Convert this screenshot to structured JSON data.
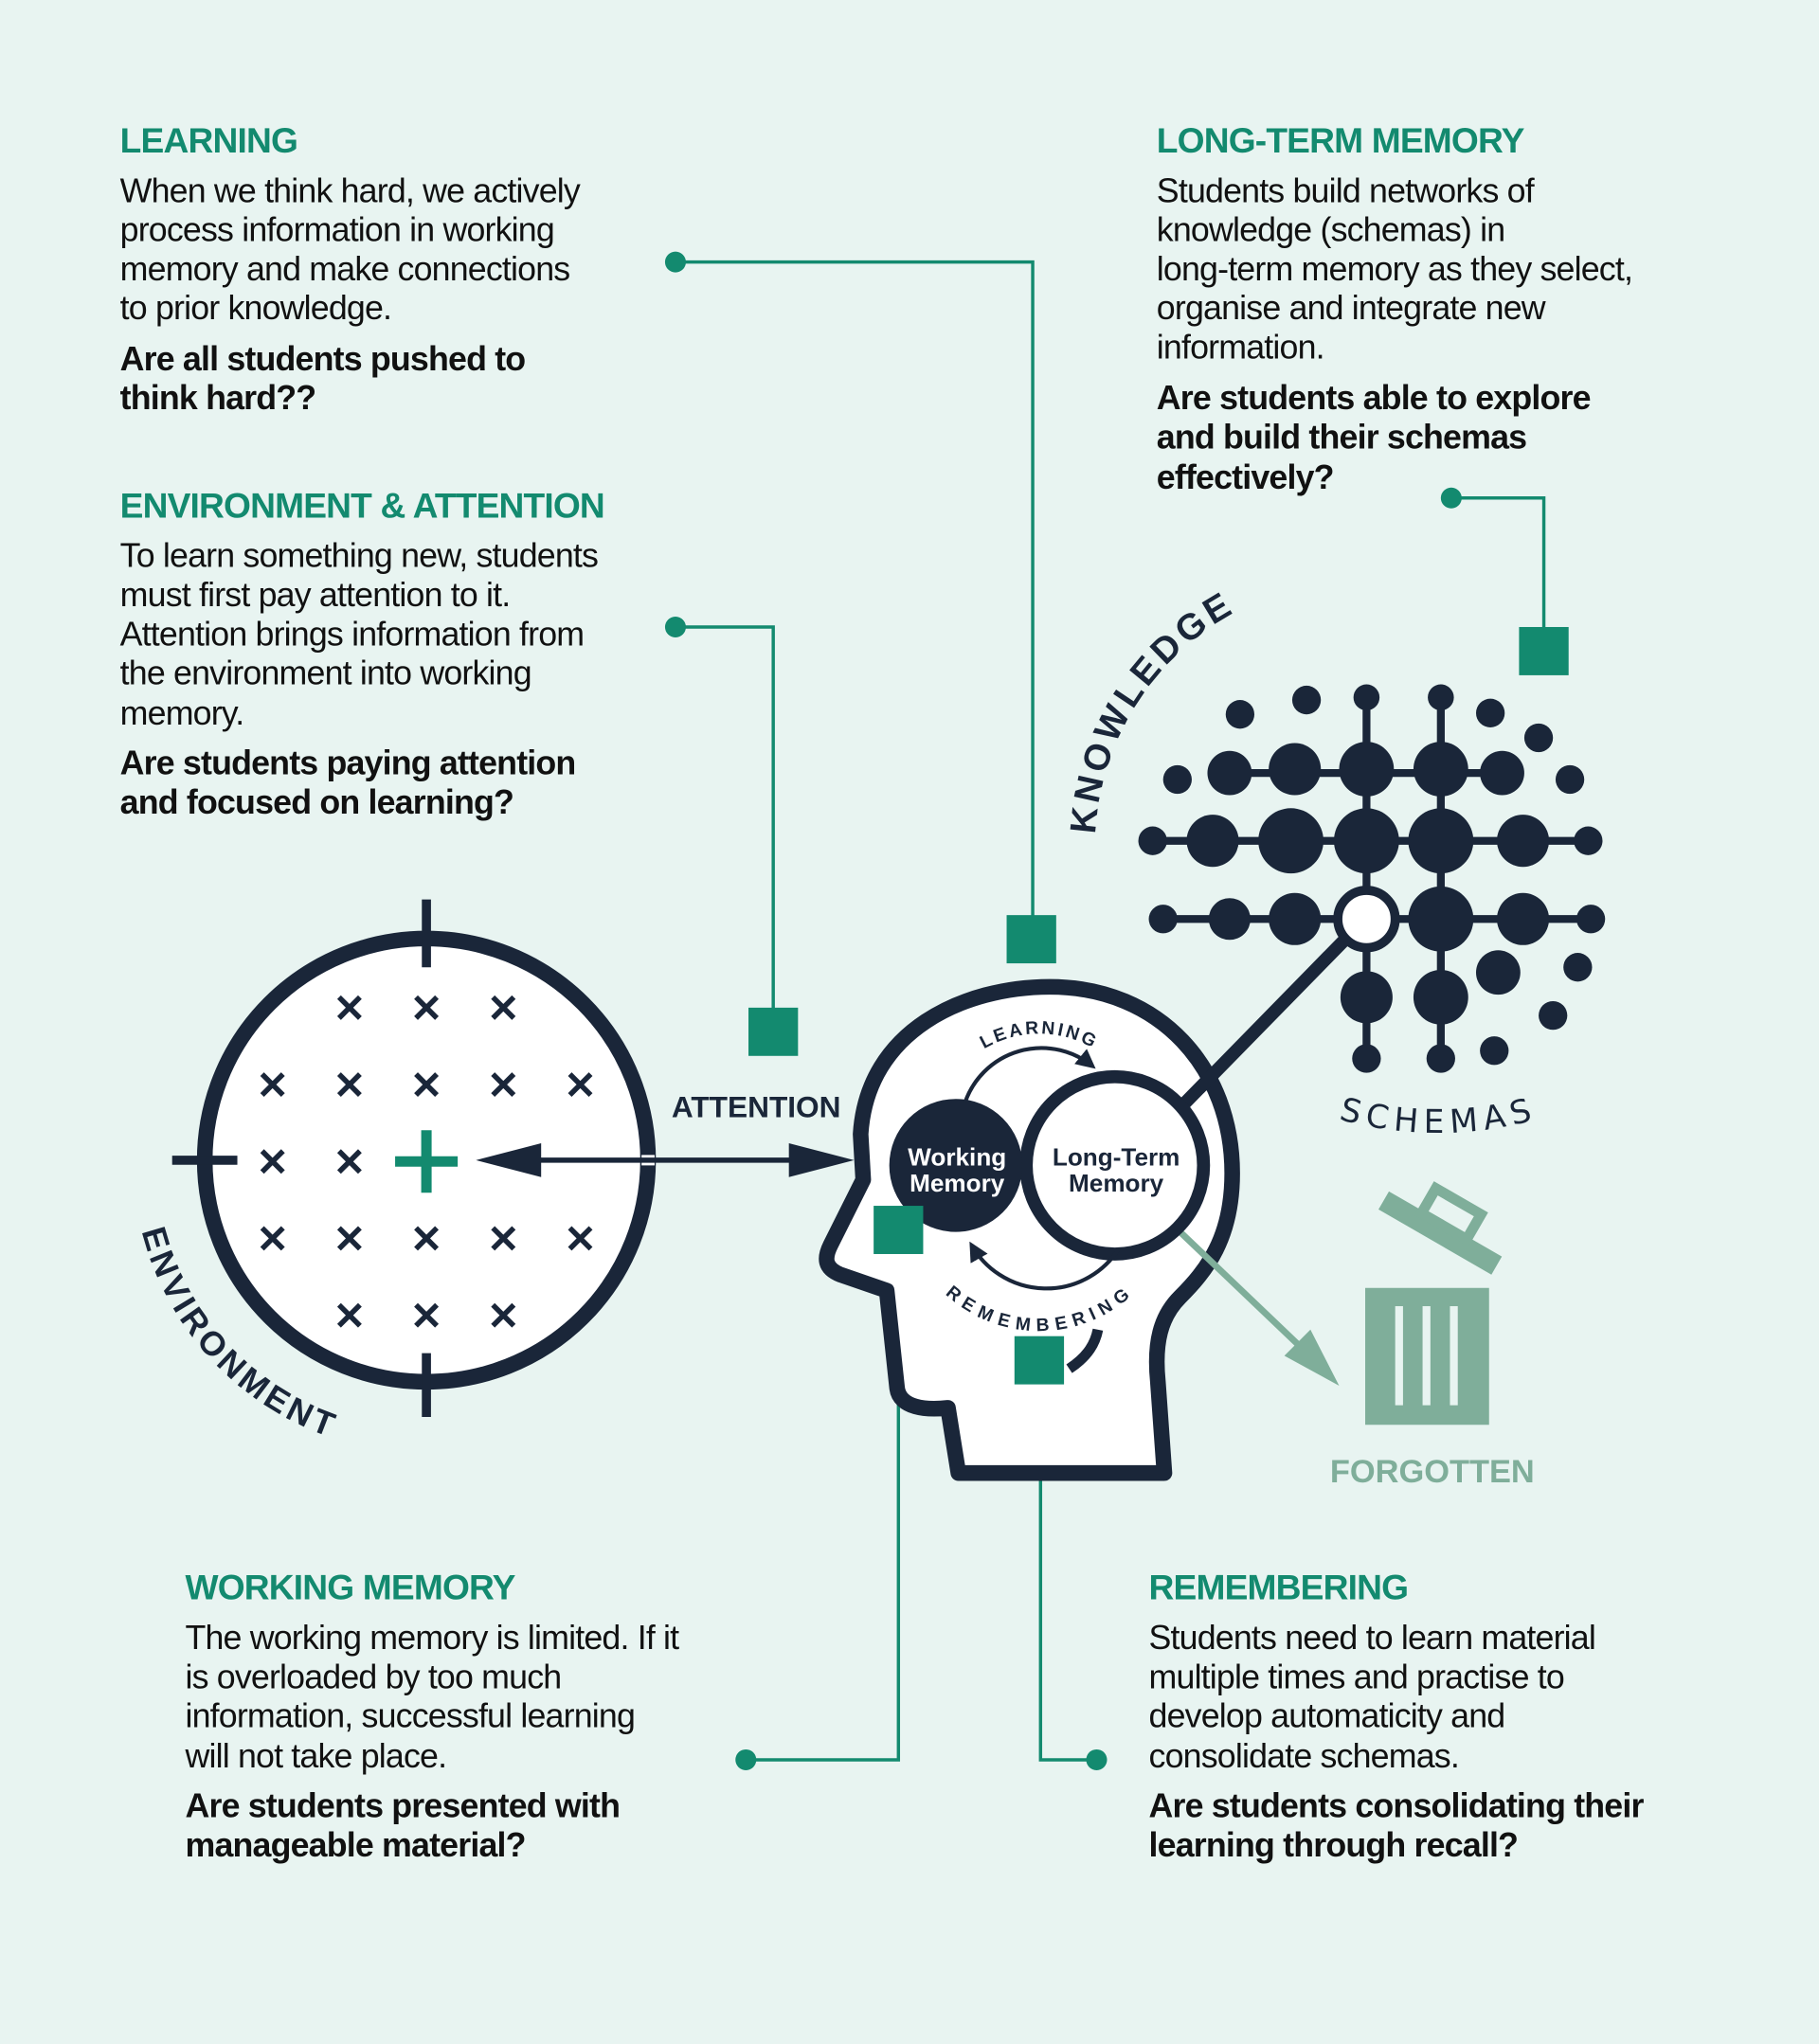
{
  "colors": {
    "background": "#e8f4f1",
    "accent": "#138a6f",
    "navy": "#1a2639",
    "faded": "#7fae9a"
  },
  "learning": {
    "heading": "LEARNING",
    "body": [
      "When we think hard, we actively",
      "process information in working",
      "memory and make connections",
      "to prior knowledge."
    ],
    "question": [
      "Are all students pushed to",
      "think hard??"
    ]
  },
  "environment": {
    "heading": "ENVIRONMENT & ATTENTION",
    "body": [
      "To learn something new, students",
      "must first pay attention to it.",
      "Attention brings information from",
      "the environment into working",
      "memory."
    ],
    "question": [
      "Are students paying attention",
      "and focused on learning?"
    ]
  },
  "long_term": {
    "heading": "LONG-TERM MEMORY",
    "body": [
      "Students build networks of",
      "knowledge (schemas) in",
      "long-term memory as they select,",
      "organise and integrate new",
      "information."
    ],
    "question": [
      "Are students able to explore",
      "and build their schemas",
      "effectively?"
    ]
  },
  "working_memory": {
    "heading": "WORKING MEMORY",
    "body": [
      "The working memory is limited. If it",
      "is overloaded by too much",
      "information, successful learning",
      "will not take place."
    ],
    "question": [
      "Are students presented with",
      "manageable material?"
    ]
  },
  "remembering": {
    "heading": "REMEMBERING",
    "body": [
      "Students need to learn material",
      "multiple times and practise to",
      "develop automaticity and",
      "consolidate schemas."
    ],
    "question": [
      "Are students consolidating their",
      "learning through recall?"
    ]
  },
  "diagram": {
    "attention": "ATTENTION",
    "environment": "ENVIRONMENT",
    "knowledge": "KNOWLEDGE",
    "schemas": "SCHEMAS",
    "forgotten": "FORGOTTEN",
    "working_memory": [
      "Working",
      "Memory"
    ],
    "long_term_memory": [
      "Long-Term",
      "Memory"
    ],
    "learning_arc": "LEARNING",
    "remembering_arc": "REMEMBERING"
  }
}
